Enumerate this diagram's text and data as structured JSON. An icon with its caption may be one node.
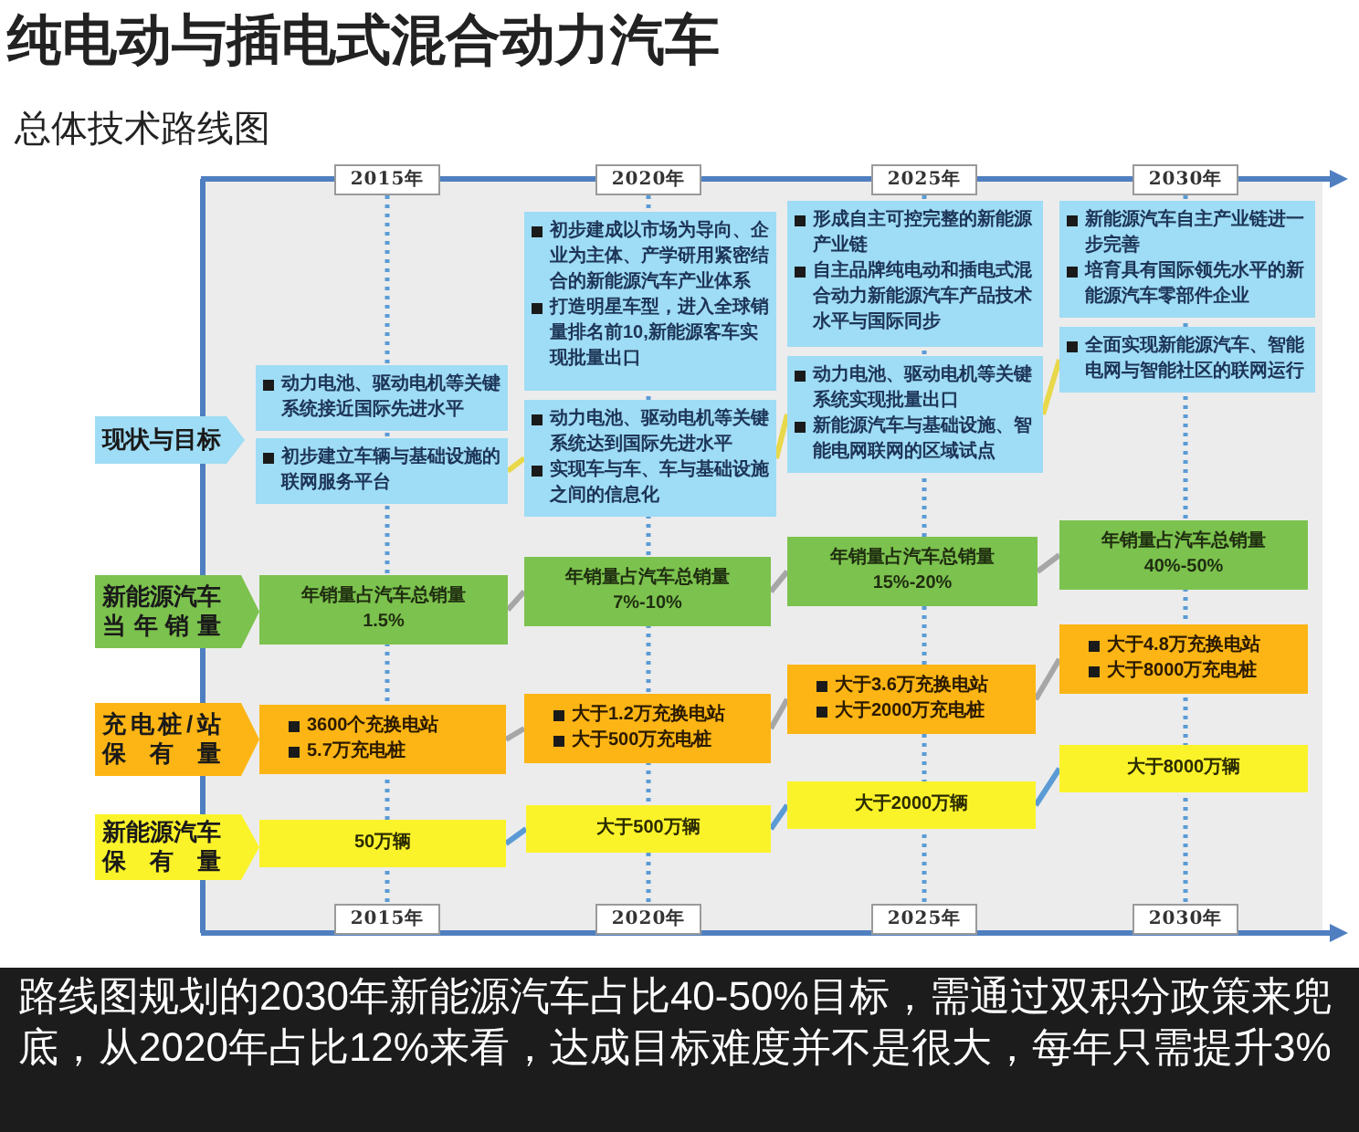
{
  "diagram": {
    "title": "纯电动与插电式混合动力汽车",
    "caption": "路线图规划的2030年新能源汽车占比40-50%目标，需通过双积分政策来兜底，从2020年占比12%来看，达成目标难度并不是很大，每年只需提升3%",
    "labels": [
      "总体技术路线图"
    ],
    "nodes": [
      {
        "text": [
          "现状与目标"
        ]
      },
      {
        "text": [
          "动力电池、驱动电机等关键系统接近国际先进水平"
        ]
      },
      {
        "text": [
          "初步建立车辆与基础设施的联网服务平台"
        ]
      },
      {
        "text": [
          "初步建成以市场为导向、企业为主体、产学研用紧密结合的新能源汽车产业体系",
          "打造明星车型，进入全球销量排名前10,新能源客车实现批量出口"
        ]
      },
      {
        "text": [
          "动力电池、驱动电机等关键系统达到国际先进水平",
          "实现车与车、车与基础设施之间的信息化"
        ]
      },
      {
        "text": [
          "形成自主可控完整的新能源产业链",
          "自主品牌纯电动和插电式混合动力新能源汽车产品技术水平与国际同步"
        ]
      },
      {
        "text": [
          "动力电池、驱动电机等关键系统实现批量出口",
          "新能源汽车与基础设施、智能电网联网的区域试点"
        ]
      },
      {
        "text": [
          "新能源汽车自主产业链进一步完善",
          "培育具有国际领先水平的新能源汽车零部件企业"
        ]
      },
      {
        "text": [
          "全面实现新能源汽车、智能电网与智能社区的联网运行"
        ]
      },
      {
        "text": [
          "新能源汽车当年销量"
        ]
      },
      {
        "text": [
          "年销量占汽车总销量",
          "1.5%"
        ]
      },
      {
        "text": [
          "年销量占汽车总销量",
          "7%-10%"
        ]
      },
      {
        "text": [
          "年销量占汽车总销量",
          "15%-20%"
        ]
      },
      {
        "text": [
          "年销量占汽车总销量",
          "40%-50%"
        ]
      },
      {
        "text": [
          "充电桩/站保有量"
        ]
      },
      {
        "text": [
          "3600个充换电站",
          "5.7万充电桩"
        ]
      },
      {
        "text": [
          "大于1.2万充换电站",
          "大于500万充电桩"
        ]
      },
      {
        "text": [
          "大于3.6万充换电站",
          "大于2000万充电桩"
        ]
      },
      {
        "text": [
          "大于4.8万充换电站",
          "大于8000万充电桩"
        ]
      },
      {
        "text": [
          "新能源汽车保有量"
        ]
      },
      {
        "text": [
          "50万辆"
        ]
      },
      {
        "text": [
          "大于500万辆"
        ]
      },
      {
        "text": [
          "大于2000万辆"
        ]
      },
      {
        "text": [
          "大于8000万辆"
        ]
      },
      {
        "text": [
          "2015年"
        ]
      },
      {
        "text": [
          "2020年"
        ]
      },
      {
        "text": [
          "2025年"
        ]
      },
      {
        "text": [
          "2030年"
        ]
      },
      {
        "text": [
          "2015年"
        ]
      },
      {
        "text": [
          "2020年"
        ]
      },
      {
        "text": [
          "2025年"
        ]
      },
      {
        "text": [
          "2030年"
        ]
      }
    ],
    "edges": [
      {
        "from": 2,
        "to": 4,
        "arrow": "none",
        "color": "#e8d84a"
      },
      {
        "from": 4,
        "to": 6,
        "arrow": "none",
        "color": "#e8d84a"
      },
      {
        "from": 6,
        "to": 8,
        "arrow": "none",
        "color": "#e8d84a"
      },
      {
        "from": 10,
        "to": 11,
        "arrow": "none"
      },
      {
        "from": 11,
        "to": 12,
        "arrow": "none"
      },
      {
        "from": 12,
        "to": 13,
        "arrow": "none"
      },
      {
        "from": 15,
        "to": 16,
        "arrow": "none"
      },
      {
        "from": 16,
        "to": 17,
        "arrow": "none"
      },
      {
        "from": 17,
        "to": 18,
        "arrow": "none"
      },
      {
        "from": 20,
        "to": 21,
        "arrow": "none",
        "color": "#5b9bd5"
      },
      {
        "from": 21,
        "to": 22,
        "arrow": "none",
        "color": "#5b9bd5"
      },
      {
        "from": 22,
        "to": 23,
        "arrow": "none",
        "color": "#5b9bd5"
      }
    ]
  }
}
